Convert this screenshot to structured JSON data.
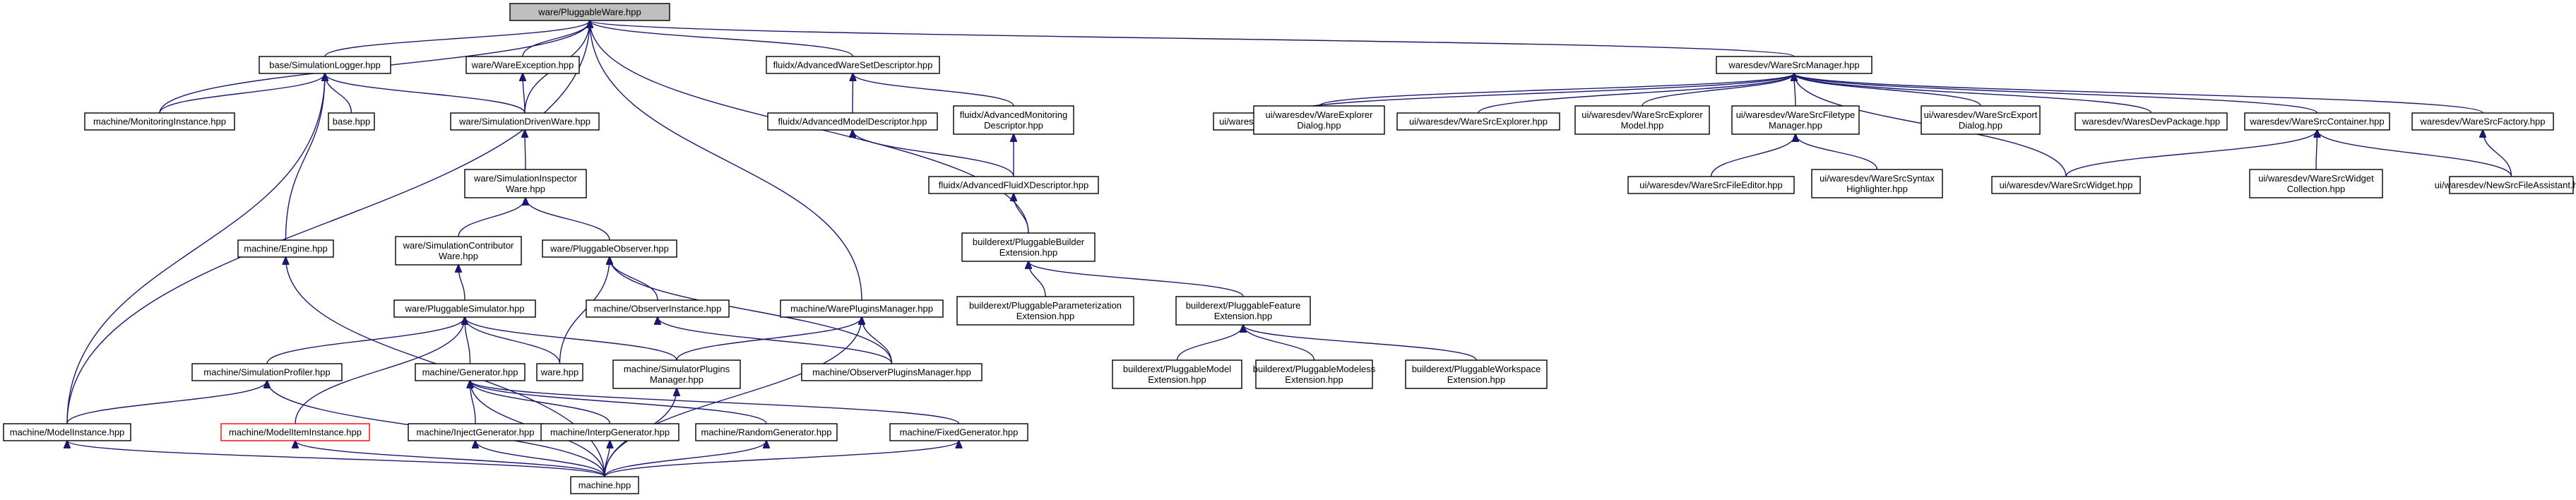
{
  "graph": {
    "colors": {
      "edge": "#191970",
      "node_border": "#000000",
      "root_fill": "#bfbfbf",
      "missing_border": "#ff0000"
    },
    "nodes": [
      {
        "id": "root",
        "lines": [
          "ware/PluggableWare.hpp"
        ],
        "root": true
      },
      {
        "id": "simlogger",
        "lines": [
          "base/SimulationLogger.hpp"
        ]
      },
      {
        "id": "wareexc",
        "lines": [
          "ware/WareException.hpp"
        ]
      },
      {
        "id": "advwareset",
        "lines": [
          "fluidx/AdvancedWareSetDescriptor.hpp"
        ]
      },
      {
        "id": "waresrcmgr",
        "lines": [
          "waresdev/WareSrcManager.hpp"
        ]
      },
      {
        "id": "moninst",
        "lines": [
          "machine/MonitoringInstance.hpp"
        ]
      },
      {
        "id": "basehpp",
        "lines": [
          "base.hpp"
        ]
      },
      {
        "id": "simdriven",
        "lines": [
          "ware/SimulationDrivenWare.hpp"
        ]
      },
      {
        "id": "advmodel",
        "lines": [
          "fluidx/AdvancedModelDescriptor.hpp"
        ]
      },
      {
        "id": "advmon",
        "lines": [
          "fluidx/AdvancedMonitoring",
          "Descriptor.hpp"
        ]
      },
      {
        "id": "newwaredlg",
        "lines": [
          "ui/waresdev/NewWareDialog.hpp"
        ]
      },
      {
        "id": "wareexpldlg",
        "lines": [
          "ui/waresdev/WareExplorer",
          "Dialog.hpp"
        ]
      },
      {
        "id": "waresrcexpl",
        "lines": [
          "ui/waresdev/WareSrcExplorer.hpp"
        ]
      },
      {
        "id": "waresrcexplmodel",
        "lines": [
          "ui/waresdev/WareSrcExplorer",
          "Model.hpp"
        ]
      },
      {
        "id": "filetypemgr",
        "lines": [
          "ui/waresdev/WareSrcFiletype",
          "Manager.hpp"
        ]
      },
      {
        "id": "srcexportdlg",
        "lines": [
          "ui/waresdev/WareSrcExport",
          "Dialog.hpp"
        ]
      },
      {
        "id": "waresdevpkg",
        "lines": [
          "waresdev/WaresDevPackage.hpp"
        ]
      },
      {
        "id": "srccontainer",
        "lines": [
          "waresdev/WareSrcContainer.hpp"
        ]
      },
      {
        "id": "srcfactory",
        "lines": [
          "waresdev/WareSrcFactory.hpp"
        ]
      },
      {
        "id": "siminspector",
        "lines": [
          "ware/SimulationInspector",
          "Ware.hpp"
        ]
      },
      {
        "id": "advfluidx",
        "lines": [
          "fluidx/AdvancedFluidXDescriptor.hpp"
        ]
      },
      {
        "id": "fileeditor",
        "lines": [
          "ui/waresdev/WareSrcFileEditor.hpp"
        ]
      },
      {
        "id": "syntaxhl",
        "lines": [
          "ui/waresdev/WareSrcSyntax",
          "Highlighter.hpp"
        ]
      },
      {
        "id": "srcwidget",
        "lines": [
          "ui/waresdev/WareSrcWidget.hpp"
        ]
      },
      {
        "id": "widgetcoll",
        "lines": [
          "ui/waresdev/WareSrcWidget",
          "Collection.hpp"
        ]
      },
      {
        "id": "newfileassist",
        "lines": [
          "ui/waresdev/NewSrcFileAssistant.hpp"
        ]
      },
      {
        "id": "engine",
        "lines": [
          "machine/Engine.hpp"
        ]
      },
      {
        "id": "simcontrib",
        "lines": [
          "ware/SimulationContributor",
          "Ware.hpp"
        ]
      },
      {
        "id": "plugobserver",
        "lines": [
          "ware/PluggableObserver.hpp"
        ]
      },
      {
        "id": "plugbuilder",
        "lines": [
          "builderext/PluggableBuilder",
          "Extension.hpp"
        ]
      },
      {
        "id": "plugsim",
        "lines": [
          "ware/PluggableSimulator.hpp"
        ]
      },
      {
        "id": "obsinst",
        "lines": [
          "machine/ObserverInstance.hpp"
        ]
      },
      {
        "id": "wareplugmgr",
        "lines": [
          "machine/WarePluginsManager.hpp"
        ]
      },
      {
        "id": "plugparam",
        "lines": [
          "builderext/PluggableParameterization",
          "Extension.hpp"
        ]
      },
      {
        "id": "plugfeature",
        "lines": [
          "builderext/PluggableFeature",
          "Extension.hpp"
        ]
      },
      {
        "id": "simprofiler",
        "lines": [
          "machine/SimulationProfiler.hpp"
        ]
      },
      {
        "id": "generator",
        "lines": [
          "machine/Generator.hpp"
        ]
      },
      {
        "id": "warehpp",
        "lines": [
          "ware.hpp"
        ]
      },
      {
        "id": "simplugmgr",
        "lines": [
          "machine/SimulatorPlugins",
          "Manager.hpp"
        ]
      },
      {
        "id": "obsplugmgr",
        "lines": [
          "machine/ObserverPluginsManager.hpp"
        ]
      },
      {
        "id": "plugmodel",
        "lines": [
          "builderext/PluggableModel",
          "Extension.hpp"
        ]
      },
      {
        "id": "plugmodeless",
        "lines": [
          "builderext/PluggableModeless",
          "Extension.hpp"
        ]
      },
      {
        "id": "plugworkspace",
        "lines": [
          "builderext/PluggableWorkspace",
          "Extension.hpp"
        ]
      },
      {
        "id": "modelinst",
        "lines": [
          "machine/ModelInstance.hpp"
        ]
      },
      {
        "id": "modelitem",
        "lines": [
          "machine/ModelItemInstance.hpp"
        ],
        "red": true
      },
      {
        "id": "injectgen",
        "lines": [
          "machine/InjectGenerator.hpp"
        ]
      },
      {
        "id": "interpgen",
        "lines": [
          "machine/InterpGenerator.hpp"
        ]
      },
      {
        "id": "randomgen",
        "lines": [
          "machine/RandomGenerator.hpp"
        ]
      },
      {
        "id": "fixedgen",
        "lines": [
          "machine/FixedGenerator.hpp"
        ]
      },
      {
        "id": "machinehpp",
        "lines": [
          "machine.hpp"
        ]
      }
    ],
    "edges": [
      [
        "simlogger",
        "root"
      ],
      [
        "wareexc",
        "root"
      ],
      [
        "advwareset",
        "root"
      ],
      [
        "waresrcmgr",
        "root"
      ],
      [
        "moninst",
        "root"
      ],
      [
        "simdriven",
        "root"
      ],
      [
        "modelinst",
        "root"
      ],
      [
        "plugbuilder",
        "root"
      ],
      [
        "wareplugmgr",
        "root"
      ],
      [
        "moninst",
        "simlogger"
      ],
      [
        "basehpp",
        "simlogger"
      ],
      [
        "simdriven",
        "simlogger"
      ],
      [
        "engine",
        "simlogger"
      ],
      [
        "modelinst",
        "simlogger"
      ],
      [
        "simdriven",
        "wareexc"
      ],
      [
        "advmodel",
        "advwareset"
      ],
      [
        "advmon",
        "advwareset"
      ],
      [
        "advfluidx",
        "advmodel"
      ],
      [
        "advfluidx",
        "advmon"
      ],
      [
        "plugbuilder",
        "advfluidx"
      ],
      [
        "siminspector",
        "simdriven"
      ],
      [
        "simcontrib",
        "siminspector"
      ],
      [
        "plugobserver",
        "siminspector"
      ],
      [
        "plugsim",
        "simcontrib"
      ],
      [
        "obsinst",
        "plugobserver"
      ],
      [
        "obsplugmgr",
        "plugobserver"
      ],
      [
        "warehpp",
        "plugobserver"
      ],
      [
        "simprofiler",
        "plugsim"
      ],
      [
        "modelitem",
        "plugsim"
      ],
      [
        "generator",
        "plugsim"
      ],
      [
        "warehpp",
        "plugsim"
      ],
      [
        "simplugmgr",
        "plugsim"
      ],
      [
        "modelinst",
        "simprofiler"
      ],
      [
        "machinehpp",
        "simprofiler"
      ],
      [
        "machinehpp",
        "modelinst"
      ],
      [
        "machinehpp",
        "modelitem"
      ],
      [
        "injectgen",
        "generator"
      ],
      [
        "interpgen",
        "generator"
      ],
      [
        "randomgen",
        "generator"
      ],
      [
        "fixedgen",
        "generator"
      ],
      [
        "machinehpp",
        "generator"
      ],
      [
        "machinehpp",
        "injectgen"
      ],
      [
        "machinehpp",
        "interpgen"
      ],
      [
        "machinehpp",
        "randomgen"
      ],
      [
        "machinehpp",
        "fixedgen"
      ],
      [
        "machinehpp",
        "simplugmgr"
      ],
      [
        "obsplugmgr",
        "obsinst"
      ],
      [
        "simplugmgr",
        "wareplugmgr"
      ],
      [
        "obsplugmgr",
        "wareplugmgr"
      ],
      [
        "machinehpp",
        "wareplugmgr"
      ],
      [
        "machinehpp",
        "engine"
      ],
      [
        "plugparam",
        "plugbuilder"
      ],
      [
        "plugfeature",
        "plugbuilder"
      ],
      [
        "plugmodel",
        "plugfeature"
      ],
      [
        "plugmodeless",
        "plugfeature"
      ],
      [
        "plugworkspace",
        "plugfeature"
      ],
      [
        "newwaredlg",
        "waresrcmgr"
      ],
      [
        "wareexpldlg",
        "waresrcmgr"
      ],
      [
        "waresrcexpl",
        "waresrcmgr"
      ],
      [
        "waresrcexplmodel",
        "waresrcmgr"
      ],
      [
        "filetypemgr",
        "waresrcmgr"
      ],
      [
        "srcexportdlg",
        "waresrcmgr"
      ],
      [
        "waresdevpkg",
        "waresrcmgr"
      ],
      [
        "srccontainer",
        "waresrcmgr"
      ],
      [
        "srcfactory",
        "waresrcmgr"
      ],
      [
        "srcwidget",
        "waresrcmgr"
      ],
      [
        "fileeditor",
        "filetypemgr"
      ],
      [
        "syntaxhl",
        "filetypemgr"
      ],
      [
        "srcwidget",
        "srccontainer"
      ],
      [
        "widgetcoll",
        "srccontainer"
      ],
      [
        "newfileassist",
        "srccontainer"
      ],
      [
        "newfileassist",
        "srcfactory"
      ]
    ]
  }
}
